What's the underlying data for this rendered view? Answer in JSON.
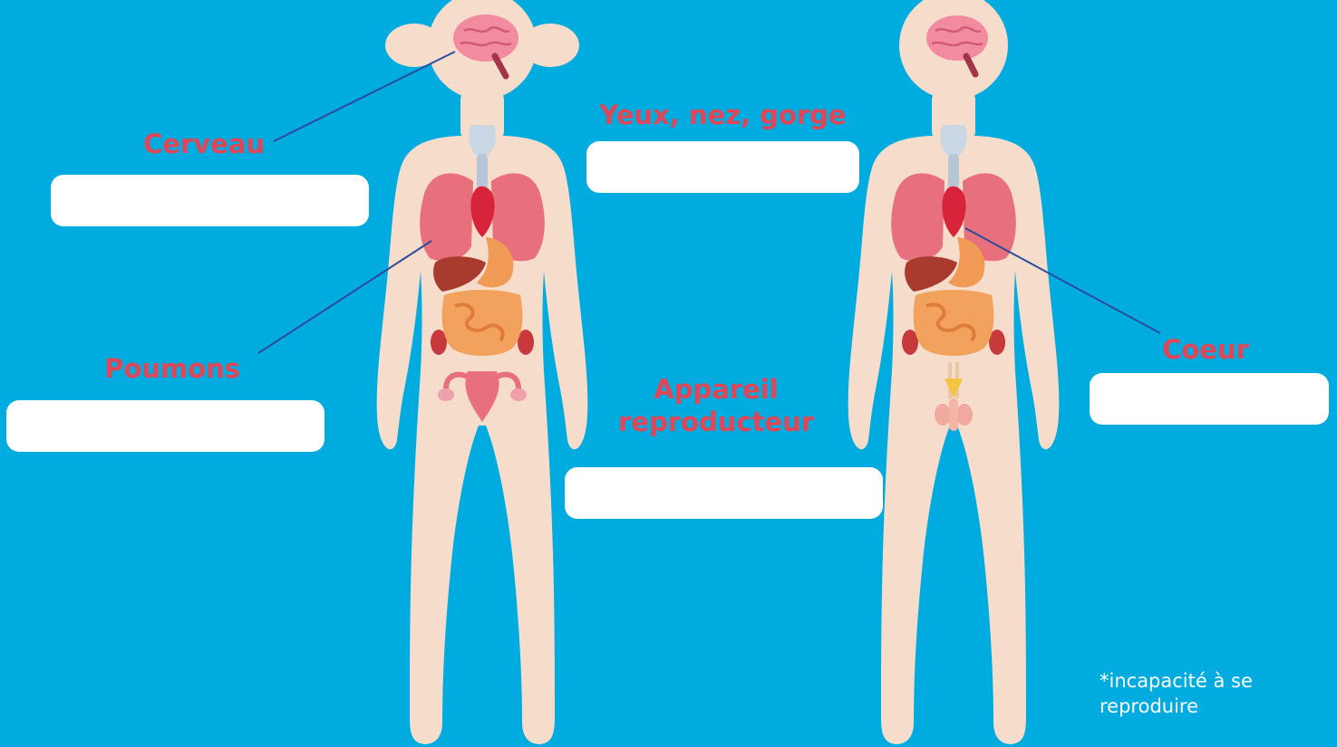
{
  "labels": {
    "brain": "Cerveau",
    "eyes_nose_throat": "Yeux, nez, gorge",
    "lungs": "Poumons",
    "reproductive_line1": "Appareil",
    "reproductive_line2": "reproducteur",
    "heart": "Coeur"
  },
  "answer_boxes": {
    "brain": "",
    "eyes_nose_throat": "",
    "lungs": "",
    "reproductive": "",
    "heart": ""
  },
  "footnote": {
    "line1": "*incapacité à se",
    "line2": "reproduire"
  },
  "colors": {
    "background": "#00ABDF",
    "label": "#E24556",
    "skin": "#F6DCCB",
    "leader_line": "#2B4C9B"
  }
}
